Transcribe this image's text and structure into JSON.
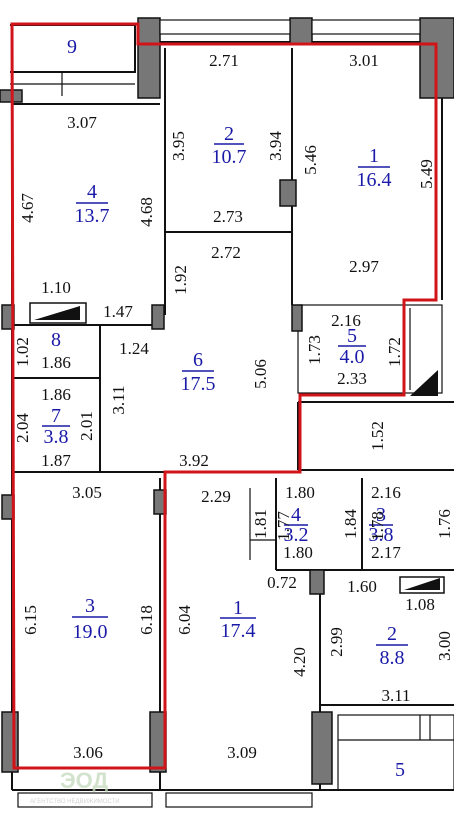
{
  "rooms": [
    {
      "id": "balcony-top",
      "num": "9",
      "area": ""
    },
    {
      "id": "r2-top",
      "num": "2",
      "area": "10.7"
    },
    {
      "id": "r1-top",
      "num": "1",
      "area": "16.4"
    },
    {
      "id": "r4-top",
      "num": "4",
      "area": "13.7"
    },
    {
      "id": "r8",
      "num": "8",
      "area": ""
    },
    {
      "id": "r6",
      "num": "6",
      "area": "17.5"
    },
    {
      "id": "r5-top",
      "num": "5",
      "area": "4.0"
    },
    {
      "id": "r7",
      "num": "7",
      "area": "3.8"
    },
    {
      "id": "r3-left",
      "num": "3",
      "area": "19.0"
    },
    {
      "id": "r4-mid",
      "num": "4",
      "area": "3.2"
    },
    {
      "id": "r3-mid",
      "num": "3",
      "area": "3.8"
    },
    {
      "id": "r1-bottom",
      "num": "1",
      "area": "17.4"
    },
    {
      "id": "r2-bottom",
      "num": "2",
      "area": "8.8"
    },
    {
      "id": "balcony-bottom",
      "num": "5",
      "area": ""
    }
  ],
  "dims": {
    "d2_71": "2.71",
    "d3_01": "3.01",
    "d3_07": "3.07",
    "d3_95": "3.95",
    "d3_94": "3.94",
    "d5_46": "5.46",
    "d5_49": "5.49",
    "d4_67": "4.67",
    "d4_68": "4.68",
    "d2_73": "2.73",
    "d2_72": "2.72",
    "d2_97": "2.97",
    "d1_92": "1.92",
    "d1_10": "1.10",
    "d1_47": "1.47",
    "d2_16a": "2.16",
    "d1_73": "1.73",
    "d1_72": "1.72",
    "d2_33": "2.33",
    "d1_02": "1.02",
    "d1_86a": "1.86",
    "d1_24": "1.24",
    "d3_11a": "3.11",
    "d5_06": "5.06",
    "d1_86b": "1.86",
    "d2_04": "2.04",
    "d2_01": "2.01",
    "d1_87": "1.87",
    "d1_52": "1.52",
    "d3_92": "3.92",
    "d3_05": "3.05",
    "d2_29": "2.29",
    "d1_80a": "1.80",
    "d2_16b": "2.16",
    "d1_81": "1.81",
    "d1_77": "1.77",
    "d1_84": "1.84",
    "d1_78": "1.78",
    "d1_76": "1.76",
    "d1_80b": "1.80",
    "d2_17": "2.17",
    "d0_72": "0.72",
    "d1_60": "1.60",
    "d1_08": "1.08",
    "d6_15": "6.15",
    "d6_18": "6.18",
    "d6_04": "6.04",
    "d4_20": "4.20",
    "d2_99": "2.99",
    "d3_00": "3.00",
    "d3_11b": "3.11",
    "d3_06": "3.06",
    "d3_09": "3.09"
  },
  "watermark": {
    "brand": "ЭОД",
    "tagline": "АГЕНТСТВО НЕДВИЖИМОСТИ"
  },
  "colors": {
    "walls": "#777777",
    "outline": "#d0141a",
    "labels": "#1a1aa8"
  }
}
